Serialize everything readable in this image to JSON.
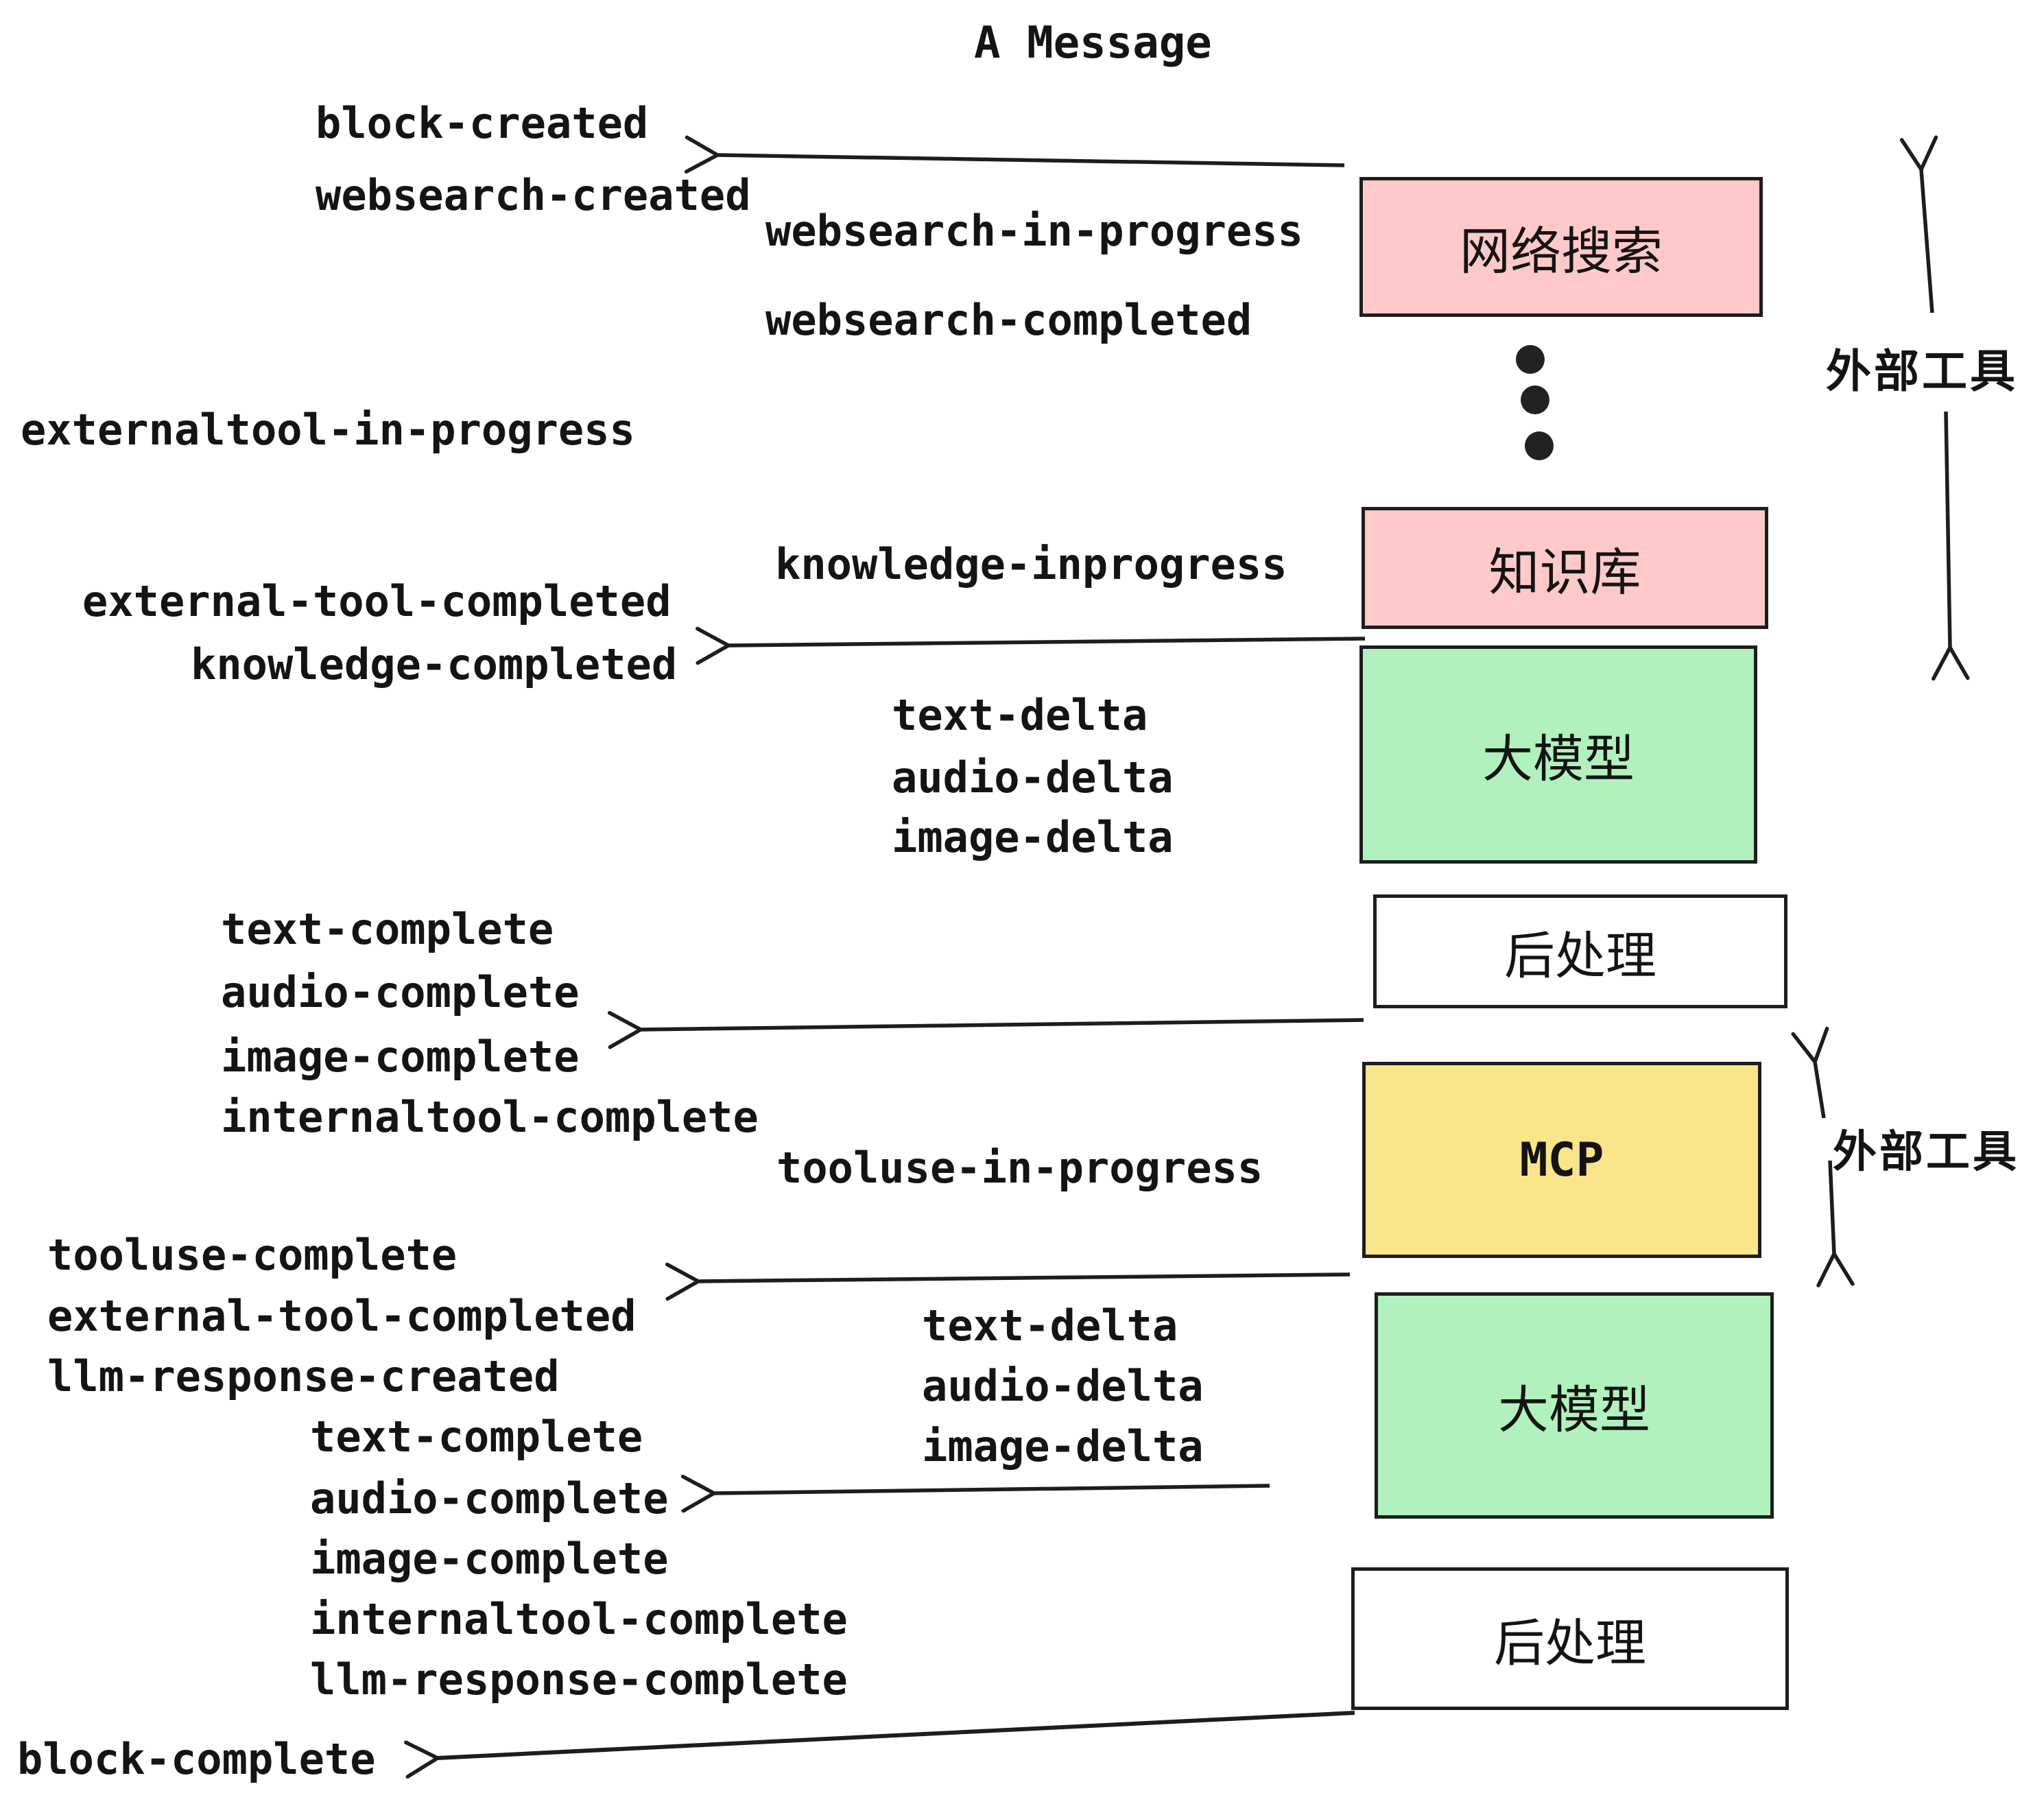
{
  "title": "A Message",
  "colors": {
    "box_pink": "#FFC9C9",
    "box_green": "#B1F1BD",
    "box_yellow": "#FAE58B",
    "box_white": "#FFFFFF",
    "line": "#1d1d1d",
    "text": "#141414"
  },
  "nodes": {
    "websearch": {
      "label": "网络搜索"
    },
    "knowledge": {
      "label": "知识库"
    },
    "llm_top": {
      "label": "大模型"
    },
    "post_top": {
      "label": "后处理"
    },
    "mcp": {
      "label": "MCP"
    },
    "llm_bottom": {
      "label": "大模型"
    },
    "post_bottom": {
      "label": "后处理"
    }
  },
  "side_labels": {
    "external_tools_top": "外部工具",
    "external_tools_bottom": "外部工具"
  },
  "events": [
    {
      "id": "block-created",
      "text": "block-created"
    },
    {
      "id": "websearch-created",
      "text": "websearch-created"
    },
    {
      "id": "websearch-in-progress",
      "text": "websearch-in-progress"
    },
    {
      "id": "websearch-completed",
      "text": "websearch-completed"
    },
    {
      "id": "externaltool-in-progress",
      "text": "externaltool-in-progress"
    },
    {
      "id": "knowledge-inprogress",
      "text": "knowledge-inprogress"
    },
    {
      "id": "external-tool-completed",
      "text": "external-tool-completed"
    },
    {
      "id": "knowledge-completed",
      "text": "knowledge-completed"
    },
    {
      "id": "text-delta-1",
      "text": "text-delta"
    },
    {
      "id": "audio-delta-1",
      "text": "audio-delta"
    },
    {
      "id": "image-delta-1",
      "text": "image-delta"
    },
    {
      "id": "text-complete-1",
      "text": "text-complete"
    },
    {
      "id": "audio-complete-1",
      "text": "audio-complete"
    },
    {
      "id": "image-complete-1",
      "text": "image-complete"
    },
    {
      "id": "internaltool-complete-1",
      "text": "internaltool-complete"
    },
    {
      "id": "tooluse-in-progress",
      "text": "tooluse-in-progress"
    },
    {
      "id": "tooluse-complete",
      "text": "tooluse-complete"
    },
    {
      "id": "external-tool-completed-2",
      "text": "external-tool-completed"
    },
    {
      "id": "llm-response-created",
      "text": "llm-response-created"
    },
    {
      "id": "text-complete-2",
      "text": "text-complete"
    },
    {
      "id": "audio-complete-2",
      "text": "audio-complete"
    },
    {
      "id": "image-complete-2",
      "text": "image-complete"
    },
    {
      "id": "internaltool-complete-2",
      "text": "internaltool-complete"
    },
    {
      "id": "llm-response-complete",
      "text": "llm-response-complete"
    },
    {
      "id": "text-delta-2",
      "text": "text-delta"
    },
    {
      "id": "audio-delta-2",
      "text": "audio-delta"
    },
    {
      "id": "image-delta-2",
      "text": "image-delta"
    },
    {
      "id": "block-complete",
      "text": "block-complete"
    }
  ]
}
